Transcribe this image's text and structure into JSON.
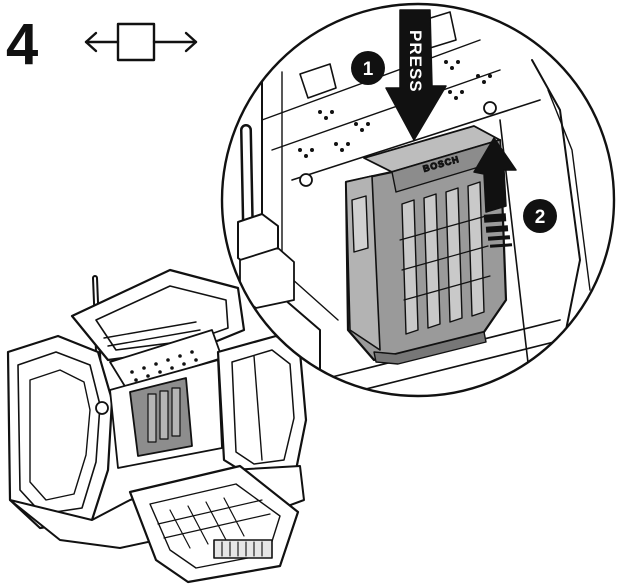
{
  "step": {
    "number": "4"
  },
  "callout": {
    "press_label": "PRESS",
    "step1_label": "1",
    "step2_label": "2",
    "brand_label": "BOSCH"
  },
  "icons": {
    "step_icon": "removable-panel-with-horizontal-arrows-icon",
    "press_arrow": "arrow-down-icon",
    "lift_arrow": "arrow-up-icon"
  },
  "colors": {
    "ink": "#111111",
    "battery_gray": "#9a9a9a",
    "battery_light": "#bdbdbd",
    "background": "#ffffff"
  }
}
